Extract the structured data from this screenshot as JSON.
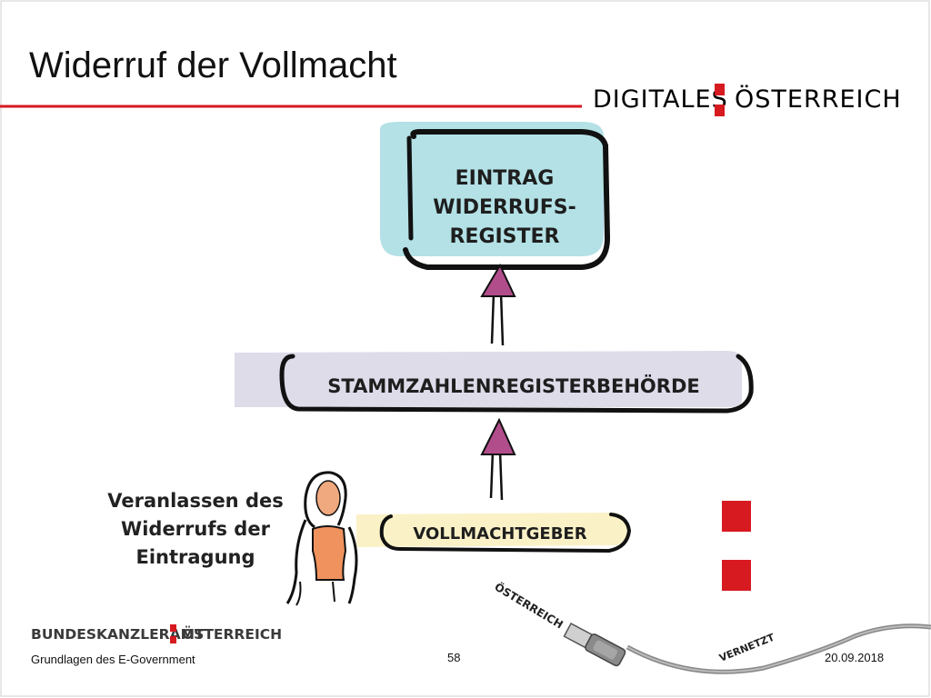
{
  "slide": {
    "title": "Widerruf der Vollmacht",
    "header_logo": {
      "left": "DIGITALES",
      "right": "ÖSTERREICH"
    },
    "diagram": {
      "register": {
        "lines": [
          "EINTRAG",
          "WIDERRUFS-",
          "REGISTER"
        ]
      },
      "authority": {
        "label": "STAMMZAHLENREGISTERBEHÖRDE"
      },
      "grantor": {
        "label": "VOLLMACHTGEBER"
      },
      "person_note": {
        "lines": [
          "Veranlassen des",
          "Widerrufs der",
          "Eintragung"
        ]
      }
    },
    "decor": {
      "cable_label_1": "ÖSTERREICH",
      "cable_label_2": "VERNETZT"
    },
    "footer": {
      "logo_left": "BUNDESKANZLERAMT",
      "logo_right": "ÖSTERREICH",
      "course": "Grundlagen des E-Government",
      "page_number": "58",
      "date": "20.09.2018"
    },
    "colors": {
      "accent_red": "#d71920",
      "register_fill": "#b3e1e6",
      "authority_fill": "#dedce9",
      "grantor_fill": "#fbf1c7",
      "arrow_head": "#b24d8c",
      "person_shirt": "#f0925e"
    }
  }
}
